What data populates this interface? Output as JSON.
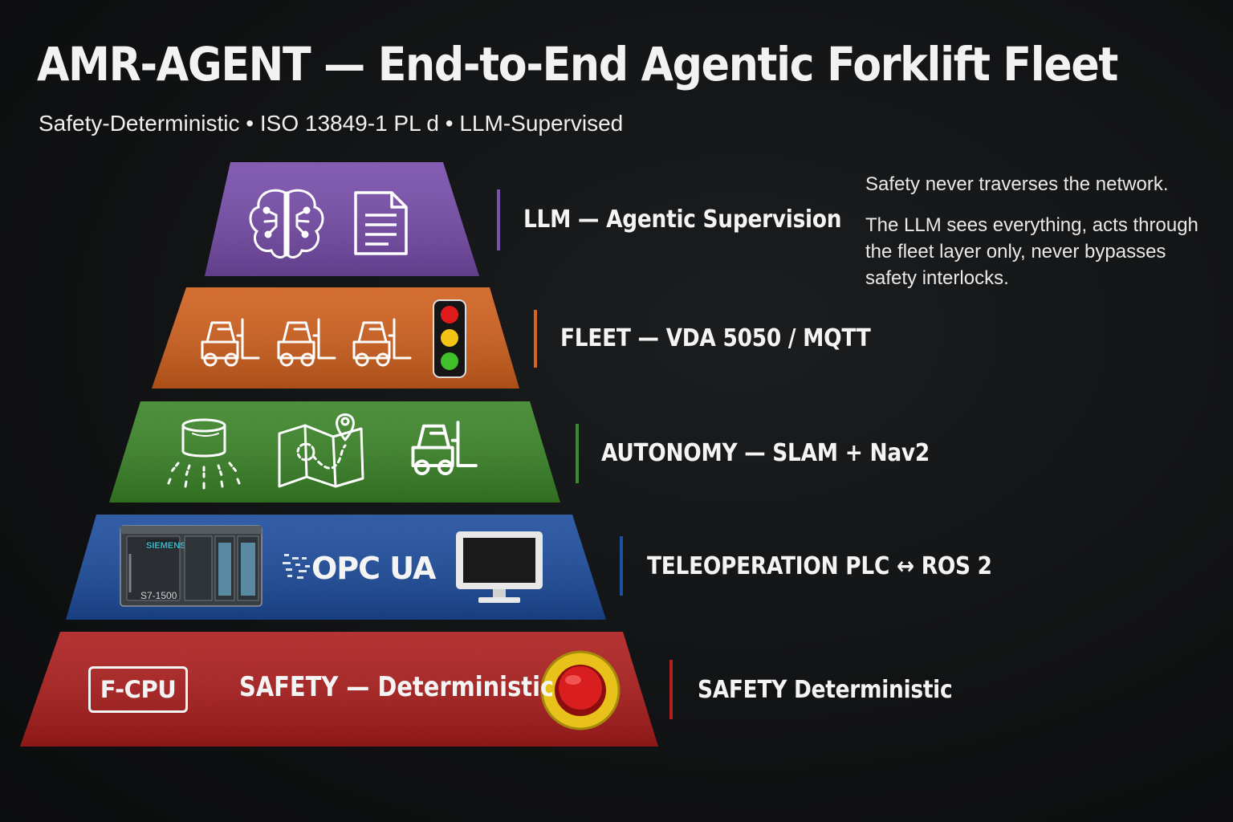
{
  "title": "AMR-AGENT — End-to-End Agentic Forklift Fleet",
  "subtitle": "Safety-Deterministic • ISO 13849-1 PL d • LLM-Supervised",
  "colors": {
    "llm": "#7b4fb0",
    "fleet": "#d9641c",
    "autonomy": "#3c8a2a",
    "teleoperation": "#1f4fa3",
    "safety": "#b3201f"
  },
  "layers": [
    {
      "id": "llm",
      "label": "LLM — Agentic Supervision",
      "icons": [
        "brain-icon",
        "document-icon"
      ]
    },
    {
      "id": "fleet",
      "label": "FLEET — VDA 5050 / MQTT",
      "icons": [
        "forklift-icon",
        "forklift-icon",
        "forklift-icon",
        "traffic-light-icon"
      ]
    },
    {
      "id": "autonomy",
      "label": "AUTONOMY — SLAM + Nav2",
      "icons": [
        "lidar-sensor-icon",
        "map-route-icon",
        "forklift-icon"
      ]
    },
    {
      "id": "teleoperation",
      "label": "TELEOPERATION PLC ↔ ROS 2",
      "icons": [
        "plc-icon",
        "opc-ua-logo",
        "monitor-icon"
      ]
    },
    {
      "id": "safety",
      "label": "SAFETY Deterministic",
      "icons": [
        "f-cpu-badge",
        "emergency-stop-icon"
      ]
    }
  ],
  "teleoperation_block": {
    "plc_brand": "SIEMENS",
    "plc_model": "S7-1500",
    "protocol_logo": "OPC UA"
  },
  "safety_block": {
    "badge": "F-CPU",
    "inner_label": "SAFETY — Deterministic"
  },
  "notes": {
    "line1": "Safety never traverses the network.",
    "line2": "The LLM sees everything, acts through the fleet layer only, never bypasses safety interlocks."
  }
}
